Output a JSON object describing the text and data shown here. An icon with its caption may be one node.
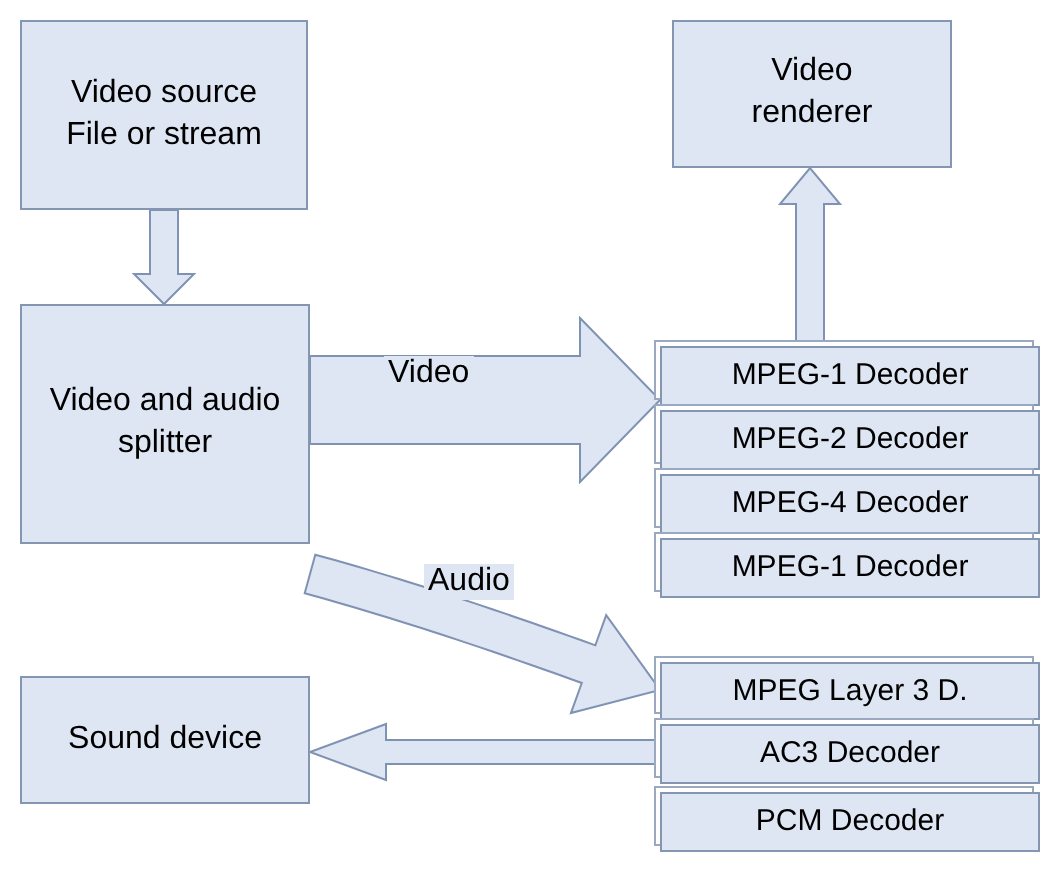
{
  "diagram": {
    "nodes": [
      {
        "text": [
          "Video source File or stream"
        ]
      },
      {
        "text": [
          "Video and audio splitter"
        ]
      },
      {
        "text": [
          "Video renderer"
        ]
      },
      {
        "text": [
          "MPEG-1 Decoder"
        ]
      },
      {
        "text": [
          "MPEG-2 Decoder"
        ]
      },
      {
        "text": [
          "MPEG-4 Decoder"
        ]
      },
      {
        "text": [
          "MPEG-1 Decoder"
        ]
      },
      {
        "text": [
          "MPEG Layer 3 D."
        ]
      },
      {
        "text": [
          "AC3 Decoder"
        ]
      },
      {
        "text": [
          "PCM Decoder"
        ]
      },
      {
        "text": [
          "Sound device"
        ]
      }
    ],
    "edges": [
      {
        "from": 0,
        "to": 1,
        "arrow": "to"
      },
      {
        "from": 1,
        "to": 4,
        "arrow": "to",
        "label": "Video"
      },
      {
        "from": 1,
        "to": 7,
        "arrow": "to",
        "label": "Audio"
      },
      {
        "from": 3,
        "to": 2,
        "arrow": "to"
      },
      {
        "from": 8,
        "to": 10,
        "arrow": "to"
      }
    ]
  }
}
